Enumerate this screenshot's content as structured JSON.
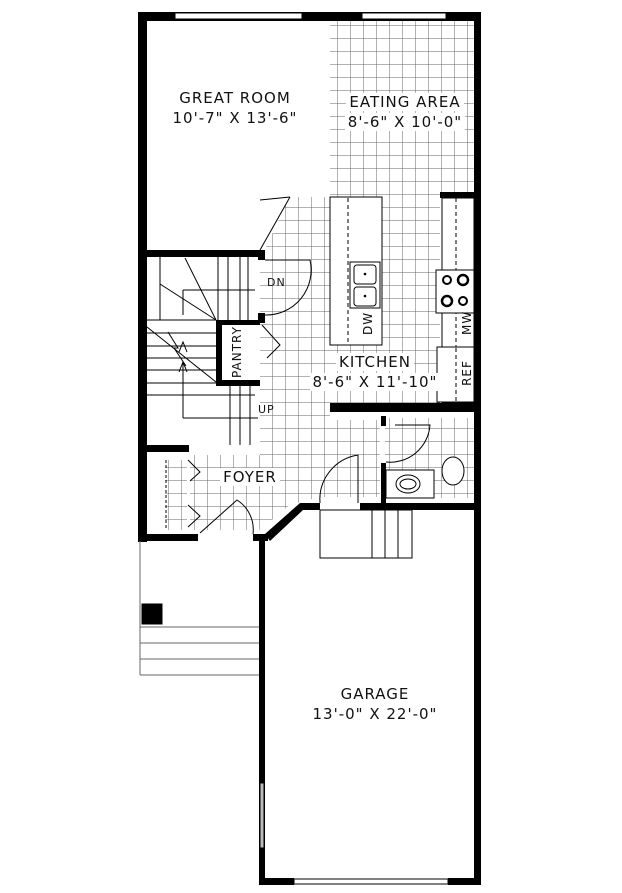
{
  "plan": {
    "type": "floor plan - main floor",
    "rooms": [
      {
        "id": "great-room",
        "name": "GREAT ROOM",
        "dimensions": "10'-7\" X 13'-6\""
      },
      {
        "id": "eating-area",
        "name": "EATING AREA",
        "dimensions": "8'-6\" X 10'-0\""
      },
      {
        "id": "kitchen",
        "name": "KITCHEN",
        "dimensions": "8'-6\" X 11'-10\""
      },
      {
        "id": "foyer",
        "name": "FOYER",
        "dimensions": ""
      },
      {
        "id": "garage",
        "name": "GARAGE",
        "dimensions": "13'-0\" X 22'-0\""
      },
      {
        "id": "pantry",
        "name": "PANTRY",
        "dimensions": ""
      }
    ],
    "fixtures": {
      "dishwasher": "DW",
      "microwave": "MW",
      "refrigerator": "REF",
      "stair_down": "DN",
      "stair_up": "UP"
    },
    "colors": {
      "wall": "#000000",
      "tile_grid": "#555555",
      "background": "#ffffff"
    }
  }
}
